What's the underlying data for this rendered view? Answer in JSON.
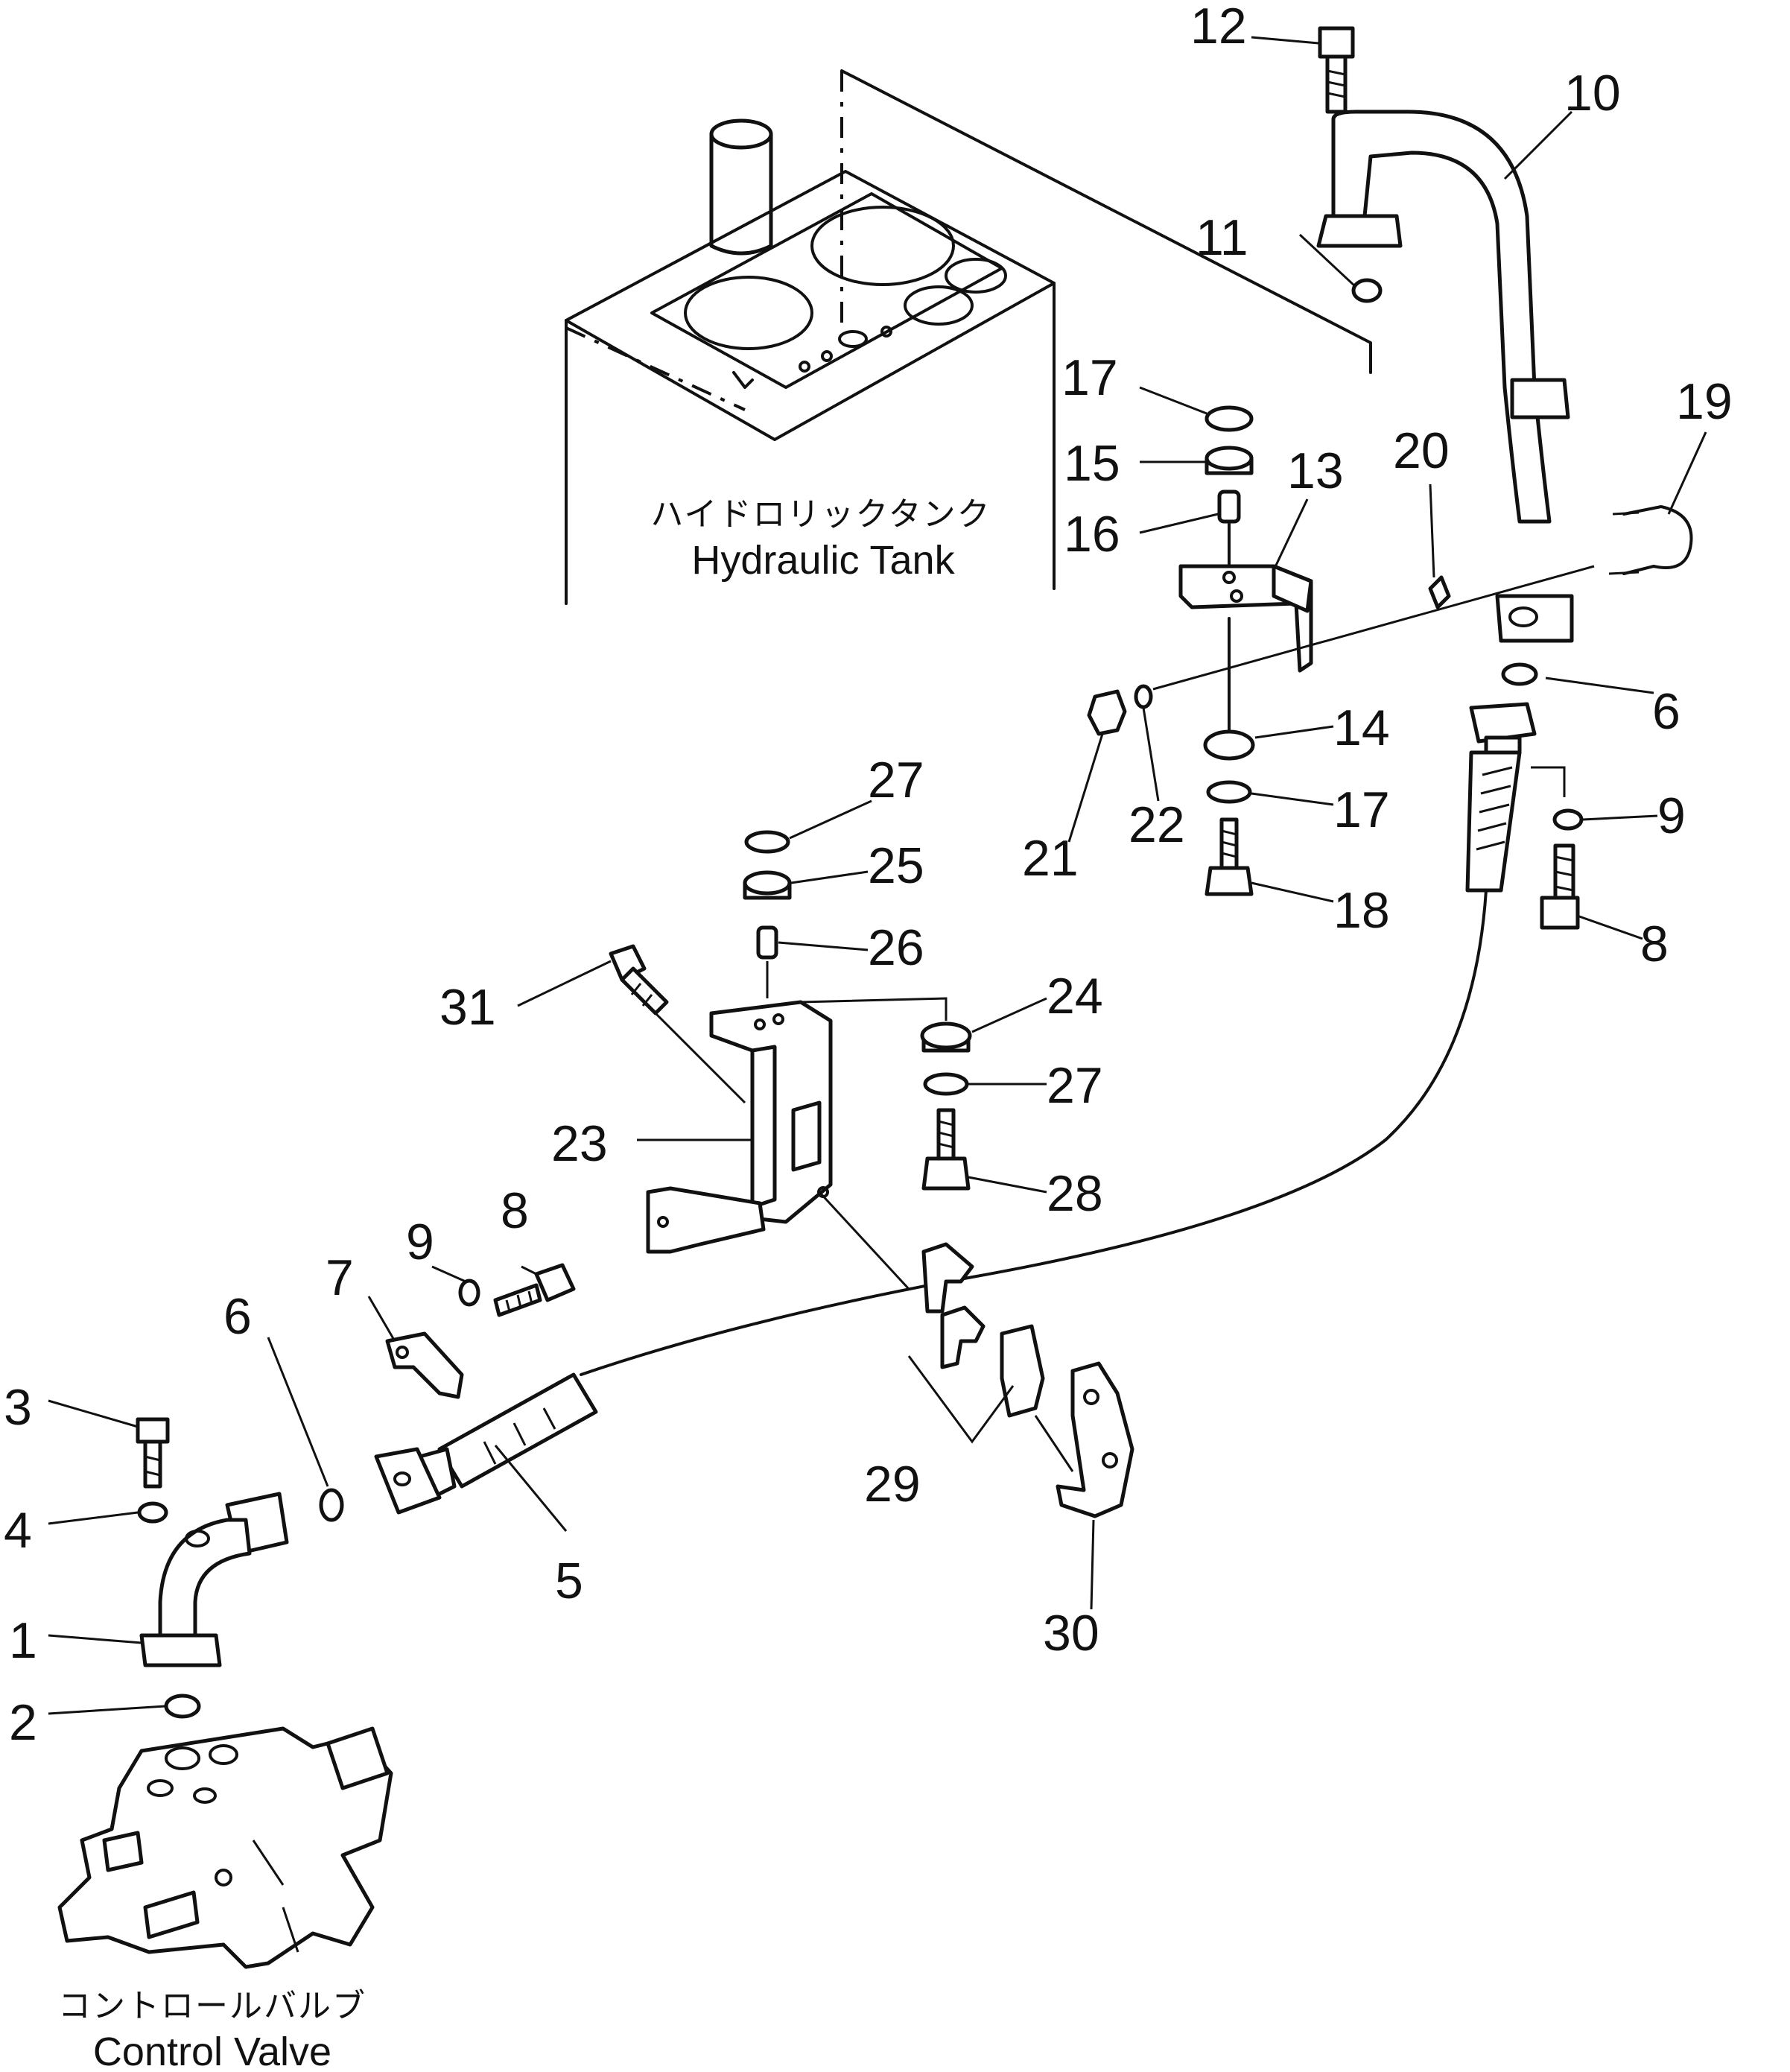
{
  "captions": {
    "tank_jp": "ハイドロリックタンク",
    "tank_en": "Hydraulic Tank",
    "valve_jp": "コントロールバルブ",
    "valve_en": "Control Valve"
  },
  "labels": {
    "p1": "1",
    "p2": "2",
    "p3": "3",
    "p4": "4",
    "p5": "5",
    "p6a": "6",
    "p6b": "6",
    "p7": "7",
    "p8a": "8",
    "p8b": "8",
    "p9a": "9",
    "p9b": "9",
    "p10": "10",
    "p11": "11",
    "p12": "12",
    "p13": "13",
    "p14": "14",
    "p15": "15",
    "p16": "16",
    "p17a": "17",
    "p17b": "17",
    "p18": "18",
    "p19": "19",
    "p20": "20",
    "p21": "21",
    "p22": "22",
    "p23": "23",
    "p24": "24",
    "p25": "25",
    "p26": "26",
    "p27a": "27",
    "p27b": "27",
    "p28": "28",
    "p29": "29",
    "p30": "30",
    "p31": "31"
  }
}
